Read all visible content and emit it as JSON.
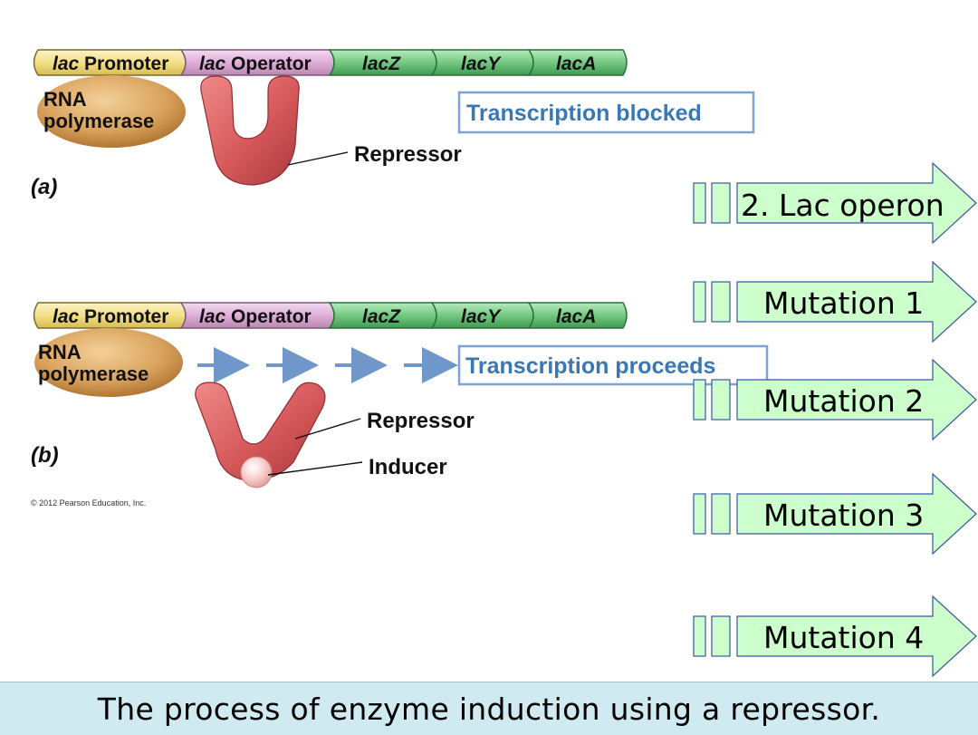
{
  "diagram_a": {
    "seg_promoter_italic": "lac",
    "seg_promoter_rest": " Promoter",
    "seg_operator_italic": "lac",
    "seg_operator_rest": " Operator",
    "seg_lacZ": "lacZ",
    "seg_lacY": "lacY",
    "seg_lacA": "lacA",
    "rna_line1": "RNA",
    "rna_line2": "polymerase",
    "status": "Transcription blocked",
    "repressor": "Repressor",
    "panel_label": "(a)"
  },
  "diagram_b": {
    "seg_promoter_italic": "lac",
    "seg_promoter_rest": " Promoter",
    "seg_operator_italic": "lac",
    "seg_operator_rest": " Operator",
    "seg_lacZ": "lacZ",
    "seg_lacY": "lacY",
    "seg_lacA": "lacA",
    "rna_line1": "RNA",
    "rna_line2": "polymerase",
    "status": "Transcription proceeds",
    "repressor": "Repressor",
    "inducer": "Inducer",
    "panel_label": "(b)"
  },
  "copyright": "© 2012 Pearson Education, Inc.",
  "nav_arrows": [
    {
      "label": "2. Lac operon"
    },
    {
      "label": "Mutation 1"
    },
    {
      "label": "Mutation 2"
    },
    {
      "label": "Mutation 3"
    },
    {
      "label": "Mutation 4"
    }
  ],
  "caption": "The process of enzyme induction using a repressor.",
  "colors": {
    "promoter": "#f7e8a0",
    "operator": "#e3b6de",
    "genes": "#7fcf8a",
    "rna_polymerase": "#d8a15c",
    "repressor": "#d8595b",
    "inducer": "#f6c6c4",
    "status_text": "#3a78b5",
    "arrow_fill": "#ccffcc",
    "caption_bg": "#cfeaf0"
  }
}
